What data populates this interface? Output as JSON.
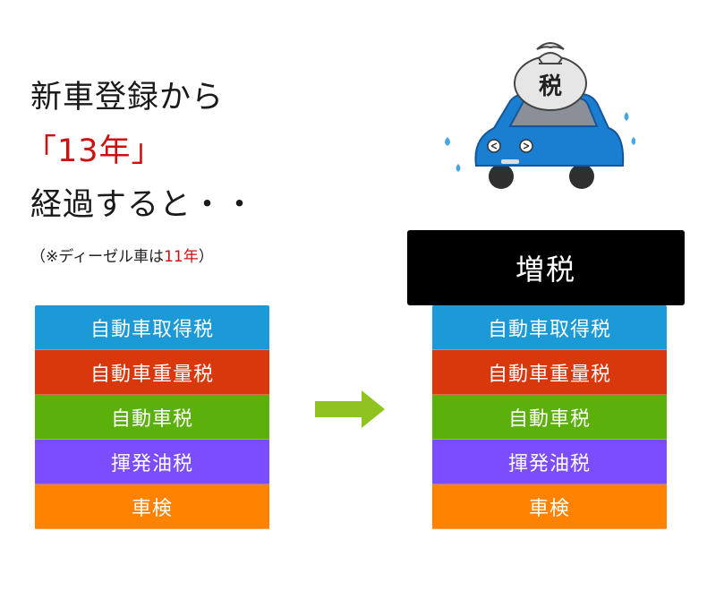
{
  "heading": {
    "line1": "新車登録から",
    "line2": "「13年」",
    "line3": "経過すると・・"
  },
  "note": {
    "prefix": "（※ディーゼル車は",
    "highlight": "11年",
    "suffix": "）"
  },
  "illustration": {
    "bag_label": "税"
  },
  "tax_increase_label": "増税",
  "taxes_before": [
    "自動車取得税",
    "自動車重量税",
    "自動車税",
    "揮発油税",
    "車検"
  ],
  "taxes_after": [
    "自動車取得税",
    "自動車重量税",
    "自動車税",
    "揮発油税",
    "車検"
  ],
  "colors": {
    "acquisition": "#1b9ad7",
    "weight": "#d8380c",
    "automobile": "#5bb00b",
    "gasoline": "#7c4dff",
    "inspection": "#ff8200",
    "highlight_text": "#cc1111",
    "arrow": "#8fc31f"
  }
}
